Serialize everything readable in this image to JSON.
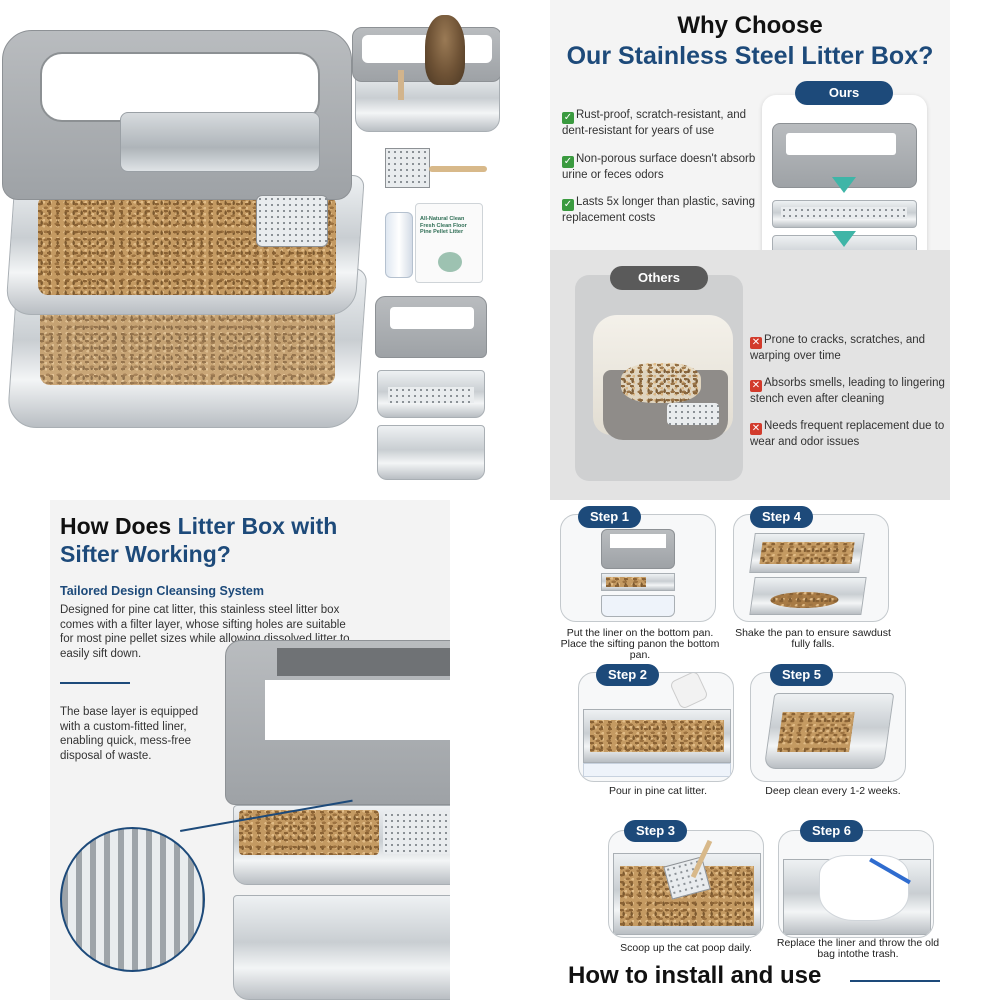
{
  "why": {
    "title_line1": "Why Choose",
    "title_line2": "Our Stainless Steel Litter Box?",
    "ours_label": "Ours",
    "others_label": "Others",
    "pros": [
      "Rust-proof, scratch-resistant, and dent-resistant for years of use",
      "Non-porous surface doesn't absorb urine or feces odors",
      "Lasts 5x longer than plastic, saving replacement costs"
    ],
    "cons": [
      "Prone to cracks, scratches, and warping over time",
      "Absorbs smells, leading to lingering stench even after cleaning",
      "Needs frequent replacement due to wear and odor issues"
    ]
  },
  "how": {
    "title_part1": "How Does ",
    "title_part2": "Litter Box with",
    "title_part3": "Sifter Working?",
    "subtitle": "Tailored Design Cleansing System",
    "para1": "Designed for pine cat litter, this stainless steel litter box comes with a filter layer, whose sifting holes are suitable for most pine pellet sizes while allowing dissolved litter to easily sift down.",
    "para2": "The base layer is equipped with a custom-fitted liner, enabling quick, mess-free disposal of waste."
  },
  "product": {
    "bag_text": "All-Natural Clean Fresh Clean Floor Pine Pellet Litter"
  },
  "steps": {
    "footer": "How to install and use",
    "items": [
      {
        "label": "Step 1",
        "caption": "Put the liner on the bottom pan. Place the sifting panon the bottom pan."
      },
      {
        "label": "Step 2",
        "caption": "Pour in pine cat litter."
      },
      {
        "label": "Step 3",
        "caption": "Scoop up the cat poop daily."
      },
      {
        "label": "Step 4",
        "caption": "Shake the pan to ensure sawdust fully falls."
      },
      {
        "label": "Step 5",
        "caption": "Deep clean every 1-2 weeks."
      },
      {
        "label": "Step 6",
        "caption": "Replace the liner and throw the old bag intothe trash."
      }
    ]
  },
  "colors": {
    "brand_blue": "#1d4a7a",
    "good_green": "#3a9a3f",
    "bad_red": "#d23b2c"
  }
}
